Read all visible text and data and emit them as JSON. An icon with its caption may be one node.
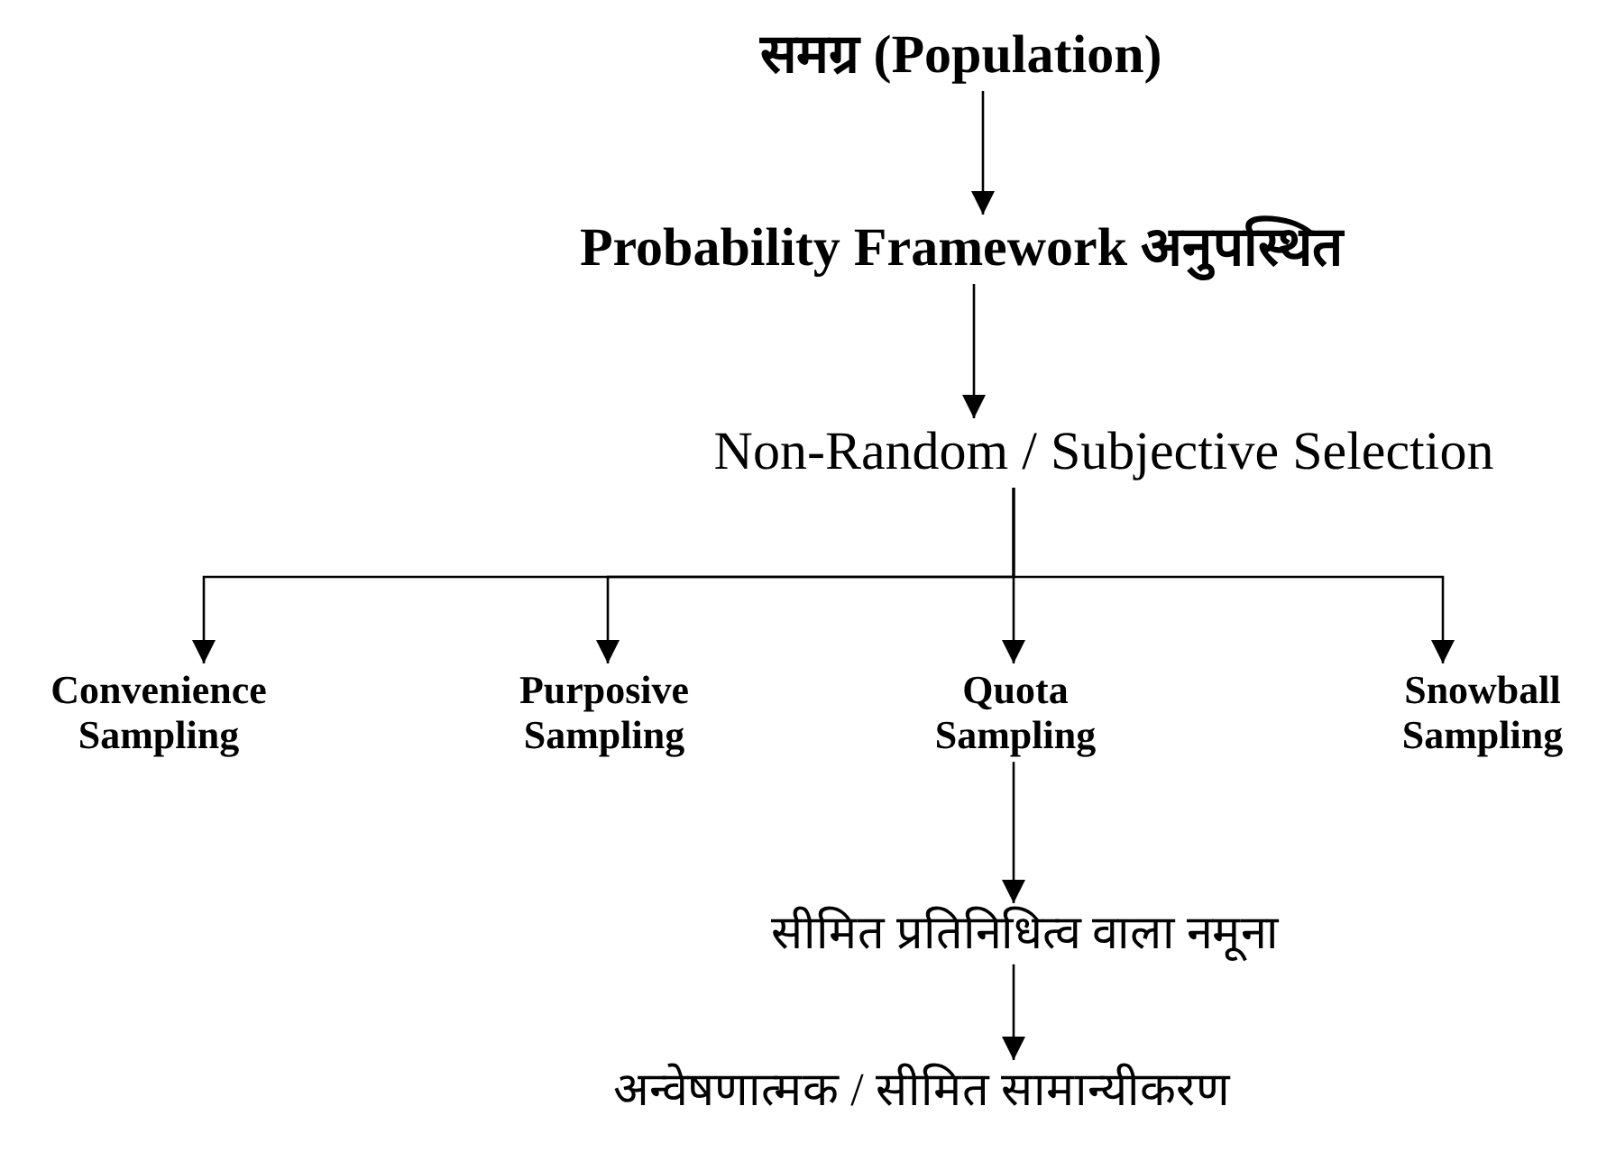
{
  "diagram": {
    "nodes": [
      {
        "text": [
          "समग्र (Population)"
        ]
      },
      {
        "text": [
          "Probability Framework अनुपस्थित"
        ]
      },
      {
        "text": [
          "Non-Random / Subjective Selection"
        ]
      },
      {
        "text": [
          "Convenience Sampling"
        ]
      },
      {
        "text": [
          "Purposive Sampling"
        ]
      },
      {
        "text": [
          "Quota Sampling"
        ]
      },
      {
        "text": [
          "Snowball Sampling"
        ]
      },
      {
        "text": [
          "सीमित प्रतिनिधित्व वाला नमूना"
        ]
      },
      {
        "text": [
          "अन्वेषणात्मक / सीमित सामान्यीकरण"
        ]
      }
    ],
    "edges": [
      {
        "from": 0,
        "to": 1,
        "arrow": "to"
      },
      {
        "from": 1,
        "to": 2,
        "arrow": "to"
      },
      {
        "from": 2,
        "to": 3,
        "arrow": "to"
      },
      {
        "from": 2,
        "to": 4,
        "arrow": "to"
      },
      {
        "from": 2,
        "to": 5,
        "arrow": "to"
      },
      {
        "from": 2,
        "to": 6,
        "arrow": "to"
      },
      {
        "from": 5,
        "to": 7,
        "arrow": "to"
      },
      {
        "from": 7,
        "to": 8,
        "arrow": "to"
      }
    ]
  }
}
